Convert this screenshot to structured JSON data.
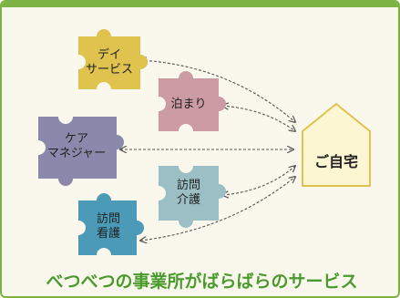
{
  "services": [
    {
      "id": "day-service",
      "label": "デイ\nサービス",
      "color": "#e0c24e"
    },
    {
      "id": "short-stay",
      "label": "泊まり",
      "color": "#cc9aa3"
    },
    {
      "id": "care-manager",
      "label": "ケア\nマネジャー",
      "color": "#8a89ab"
    },
    {
      "id": "home-care",
      "label": "訪問\n介護",
      "color": "#9bbfc4"
    },
    {
      "id": "visiting-nurse",
      "label": "訪問\n看護",
      "color": "#4a9ab8"
    }
  ],
  "home": {
    "label": "ご自宅",
    "color": "#fdf6d3",
    "border": "#e0c24e"
  },
  "caption": "べつべつの事業所がばらばらのサービス",
  "colors": {
    "frame": "#7cb342",
    "arrow": "#555555",
    "caption": "#4a9a2e"
  }
}
